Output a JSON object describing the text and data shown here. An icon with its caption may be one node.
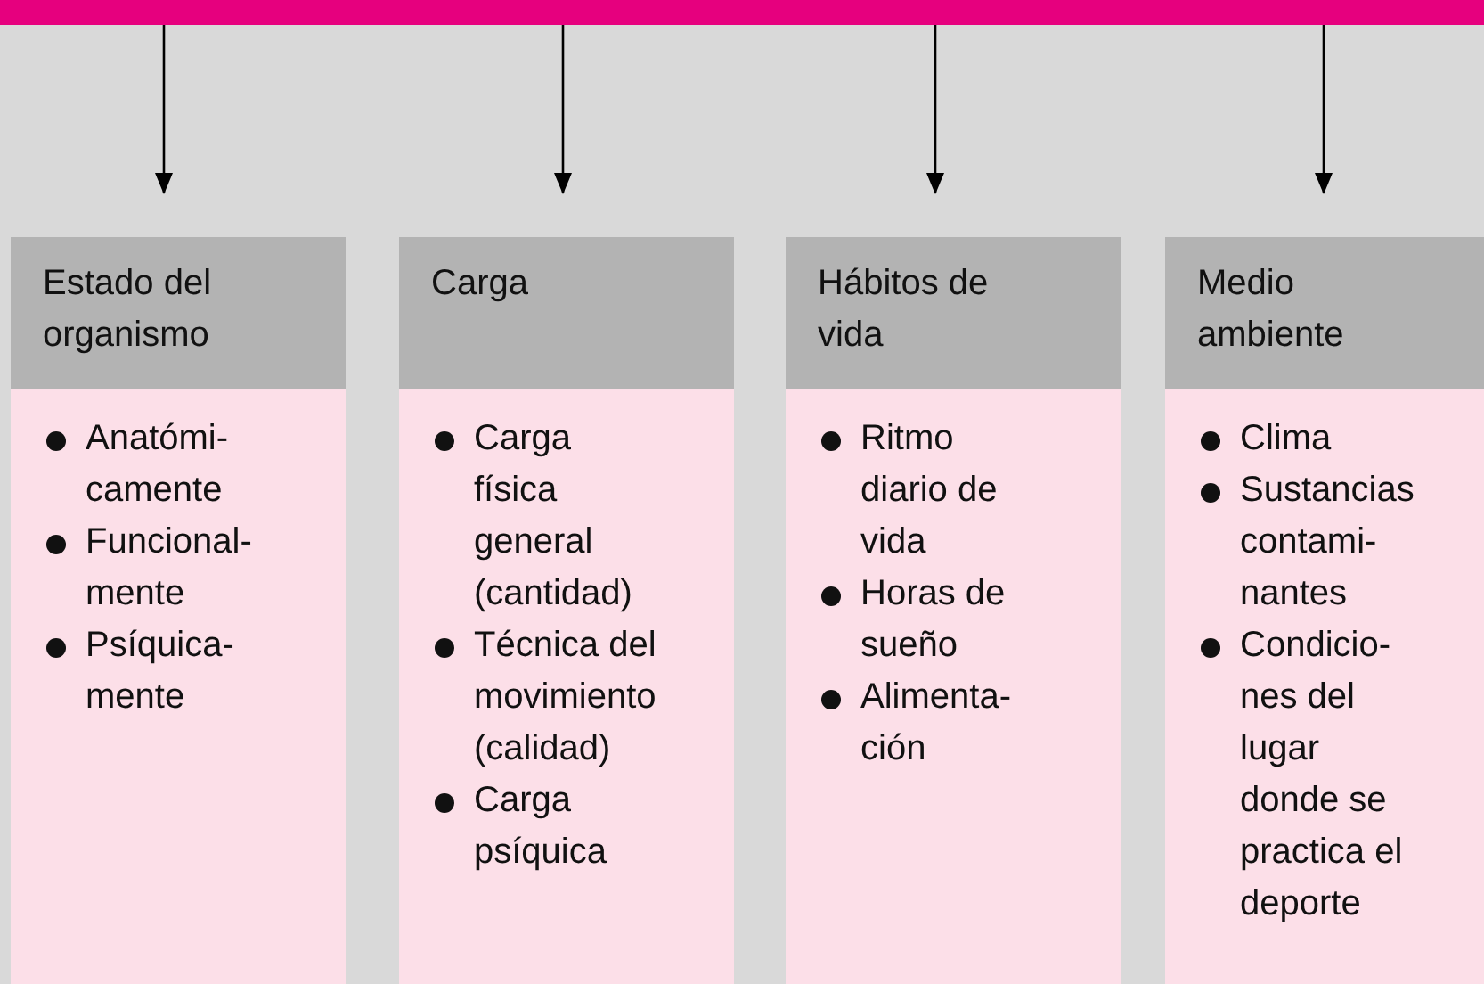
{
  "diagram": {
    "nodes": [
      {
        "text": [],
        "shape": "bar"
      },
      {
        "text": [
          "Estado del organismo",
          "Anatómi-camente",
          "Funcional-mente",
          "Psíquica-mente"
        ]
      },
      {
        "text": [
          "Carga",
          "Carga física general (cantidad)",
          "Técnica del movimiento (calidad)",
          "Carga psíquica"
        ]
      },
      {
        "text": [
          "Hábitos de vida",
          "Ritmo diario de vida",
          "Horas de sueño",
          "Alimenta-ción"
        ]
      },
      {
        "text": [
          "Medio ambiente",
          "Clima",
          "Sustancias contami-nantes",
          "Condicio-nes del lugar donde se practica el deporte"
        ]
      }
    ],
    "edges": [
      {
        "from": 0,
        "to": 1,
        "arrow": "to"
      },
      {
        "from": 0,
        "to": 2,
        "arrow": "to"
      },
      {
        "from": 0,
        "to": 3,
        "arrow": "to"
      },
      {
        "from": 0,
        "to": 4,
        "arrow": "to"
      }
    ]
  }
}
